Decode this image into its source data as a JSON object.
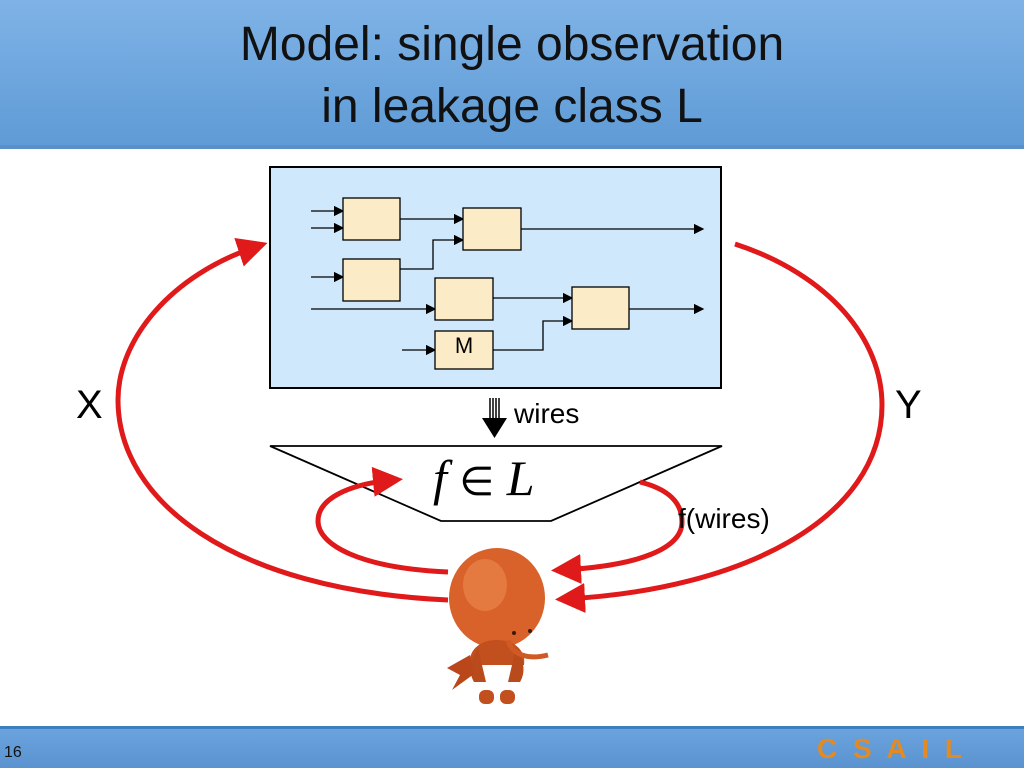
{
  "slide": {
    "title_line1": "Model: single observation",
    "title_line2": "in leakage class L",
    "page_number": "16",
    "logo_text": "C S A I L"
  },
  "diagram": {
    "label_x": "X",
    "label_y": "Y",
    "label_wires": "wires",
    "label_f_wires": "f(wires)",
    "formula_f": "f",
    "formula_in": "∈",
    "formula_L": "L",
    "memory_label": "M"
  },
  "colors": {
    "header": "#6aa6df",
    "circuit_bg": "#cfe8fb",
    "gate_fill": "#fbecc7",
    "arrow_red": "#e0191a",
    "logo_orange": "#e38a22"
  }
}
